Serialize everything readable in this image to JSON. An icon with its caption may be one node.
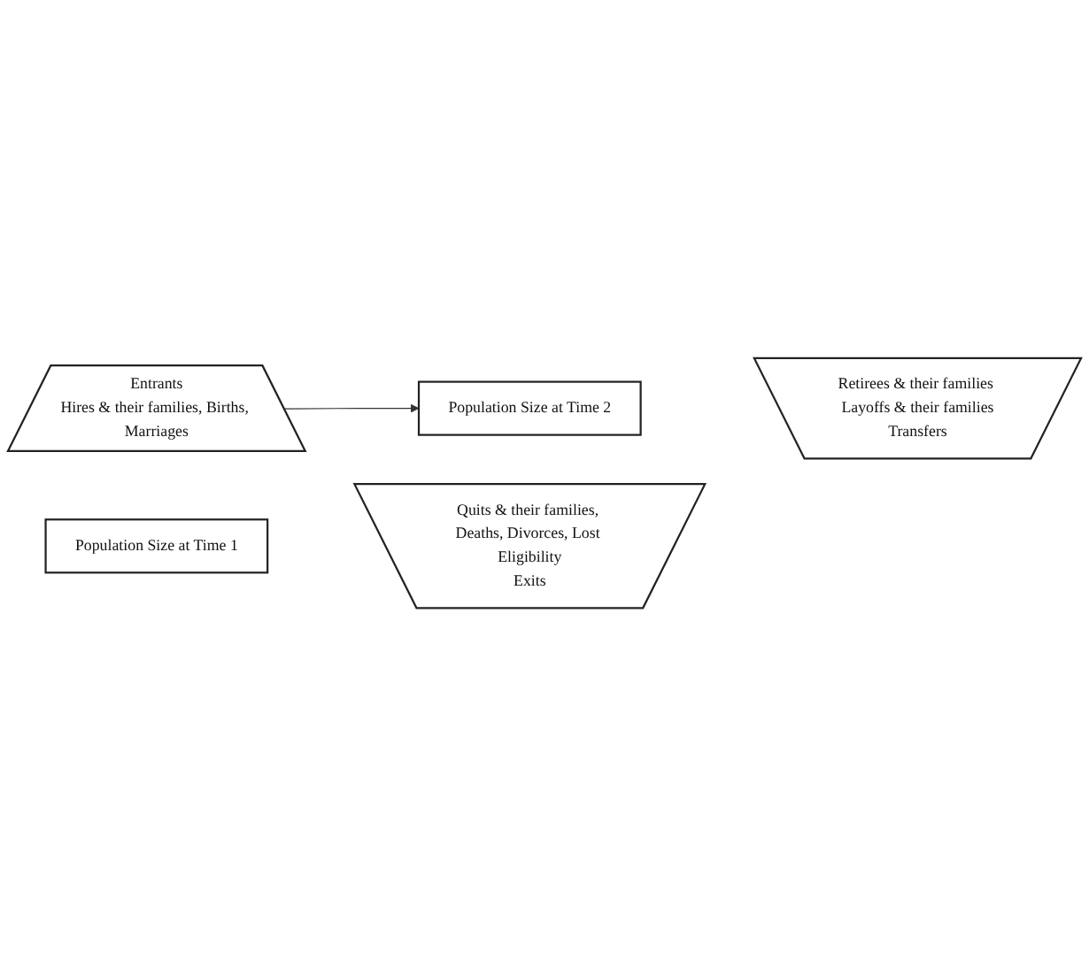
{
  "diagram": {
    "nodes": [
      {
        "text": [
          "Population Size at Time 1"
        ]
      },
      {
        "text": [
          "Entrants",
          "Hires & their families, Births, Marriages"
        ]
      },
      {
        "text": [
          "Population Size at Time 2"
        ]
      },
      {
        "text": [
          "Quits & their families, Deaths, Divorces, Lost Eligibility",
          "Exits"
        ]
      },
      {
        "text": [
          "Retirees & their families Layoffs & their families",
          "Transfers"
        ]
      }
    ],
    "edges": [
      {
        "from": 1,
        "to": 2,
        "arrow": "to"
      }
    ]
  }
}
